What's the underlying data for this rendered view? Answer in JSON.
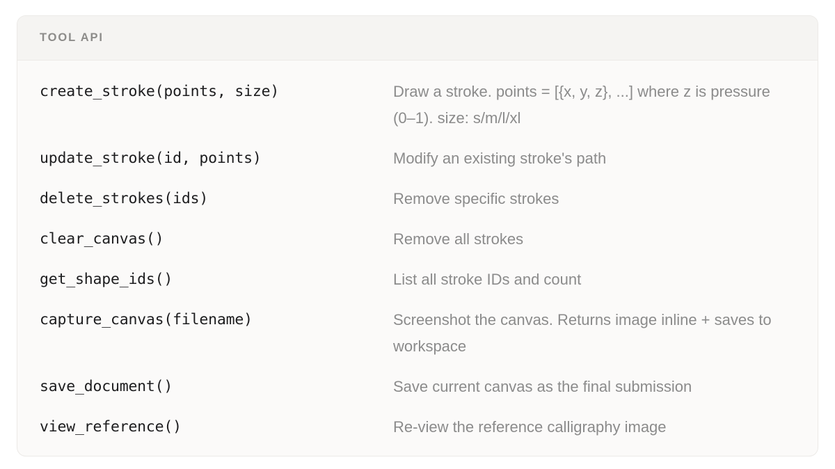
{
  "card": {
    "header_title": "TOOL API",
    "colors": {
      "page_background": "#ffffff",
      "card_background": "#fbfaf9",
      "header_background": "#f5f4f2",
      "border": "#eceae7",
      "header_text": "#8d8c8a",
      "code_text": "#1d1d1f",
      "description_text": "#8b8b8b"
    }
  },
  "api": {
    "rows": [
      {
        "signature": "create_stroke(points, size)",
        "description": "Draw a stroke. points = [{x, y, z}, ...] where z is pressure (0–1). size: s/m/l/xl",
        "multiline": true
      },
      {
        "signature": "update_stroke(id, points)",
        "description": "Modify an existing stroke's path",
        "multiline": false
      },
      {
        "signature": "delete_strokes(ids)",
        "description": "Remove specific strokes",
        "multiline": false
      },
      {
        "signature": "clear_canvas()",
        "description": "Remove all strokes",
        "multiline": false
      },
      {
        "signature": "get_shape_ids()",
        "description": "List all stroke IDs and count",
        "multiline": false
      },
      {
        "signature": "capture_canvas(filename)",
        "description": "Screenshot the canvas. Returns image inline + saves to workspace",
        "multiline": true
      },
      {
        "signature": "save_document()",
        "description": "Save current canvas as the final submission",
        "multiline": false
      },
      {
        "signature": "view_reference()",
        "description": "Re-view the reference calligraphy image",
        "multiline": false
      }
    ]
  }
}
